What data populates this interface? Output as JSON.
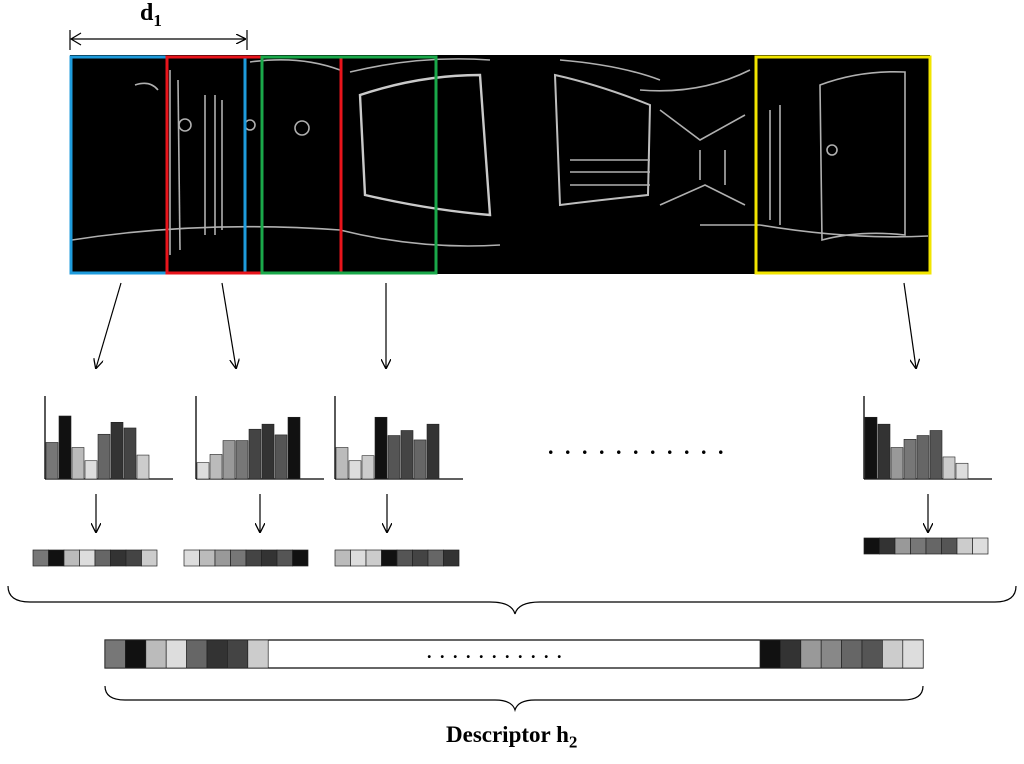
{
  "labels": {
    "d_main": "d",
    "d_sub": "1",
    "caption_main": "Descriptor h",
    "caption_sub": "2",
    "ellipsis_middle": ". . . . . . . . . . .",
    "ellipsis_bar": ". . . . . . . . . . ."
  },
  "colors": {
    "window_1": "#1e9bdc",
    "window_2": "#e8141b",
    "window_3": "#1aa84a",
    "window_4": "#f2e500"
  },
  "histograms": [
    {
      "bars": [
        0.58,
        1.0,
        0.5,
        0.29,
        0.71,
        0.9,
        0.81,
        0.38
      ],
      "shades": [
        "#777777",
        "#111111",
        "#bbbbbb",
        "#dddddd",
        "#666666",
        "#333333",
        "#444444",
        "#cccccc"
      ]
    },
    {
      "bars": [
        0.26,
        0.39,
        0.61,
        0.61,
        0.79,
        0.87,
        0.7,
        0.98
      ],
      "shades": [
        "#dddddd",
        "#bbbbbb",
        "#999999",
        "#777777",
        "#444444",
        "#333333",
        "#555555",
        "#111111"
      ]
    },
    {
      "bars": [
        0.5,
        0.29,
        0.37,
        0.98,
        0.69,
        0.77,
        0.62,
        0.87
      ],
      "shades": [
        "#bbbbbb",
        "#dddddd",
        "#cccccc",
        "#111111",
        "#555555",
        "#444444",
        "#666666",
        "#333333"
      ]
    },
    {
      "bars": [
        0.98,
        0.87,
        0.5,
        0.63,
        0.69,
        0.77,
        0.35,
        0.25
      ],
      "shades": [
        "#111111",
        "#333333",
        "#999999",
        "#777777",
        "#666666",
        "#555555",
        "#cccccc",
        "#dddddd"
      ]
    }
  ],
  "descriptor_left": [
    "#777777",
    "#111111",
    "#bbbbbb",
    "#dddddd",
    "#666666",
    "#333333",
    "#444444",
    "#cccccc"
  ],
  "descriptor_right": [
    "#111111",
    "#333333",
    "#999999",
    "#888888",
    "#666666",
    "#555555",
    "#cccccc",
    "#dddddd"
  ]
}
